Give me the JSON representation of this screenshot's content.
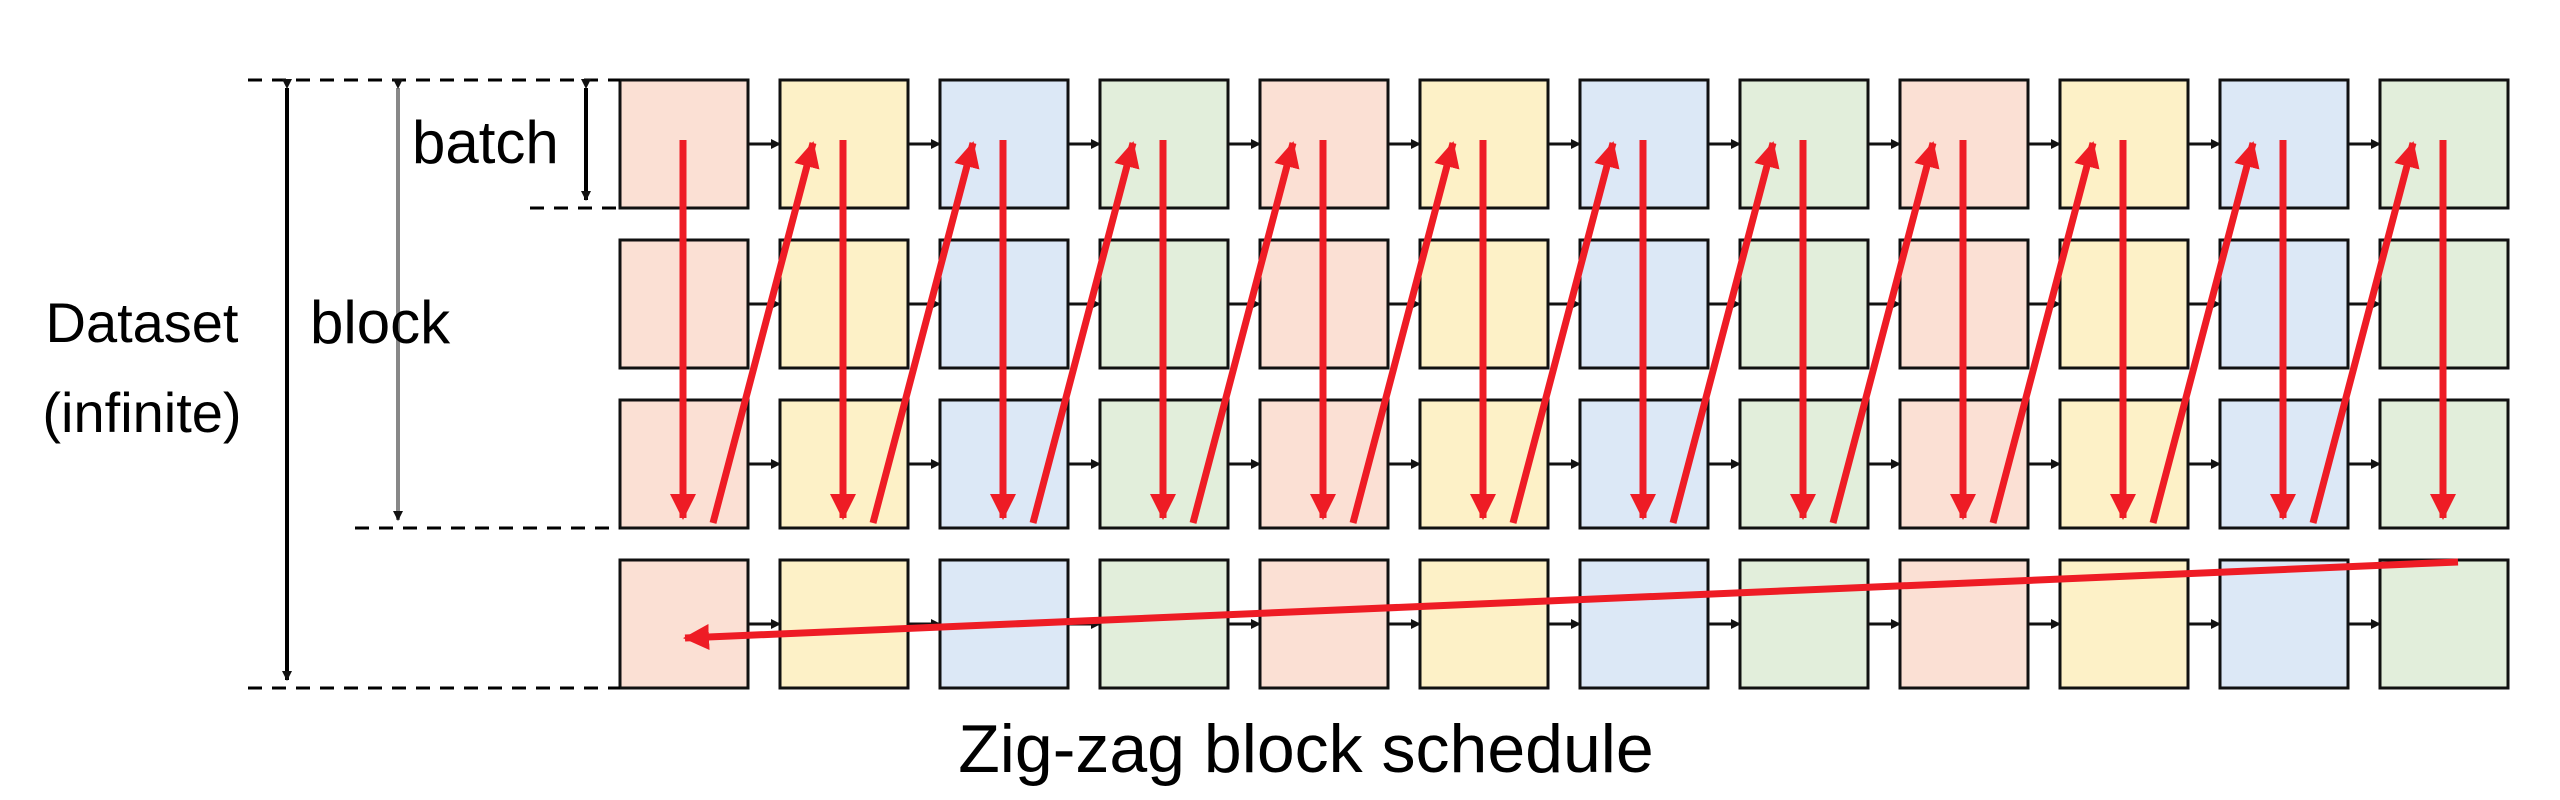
{
  "labels": {
    "batch": "batch",
    "block": "block",
    "dataset_line1": "Dataset",
    "dataset_line2": "(infinite)",
    "caption": "Zig-zag block schedule"
  },
  "grid": {
    "rows": 4,
    "cols": 12,
    "color_cycle": [
      "#fbe0d4",
      "#fdf1c7",
      "#dce8f6",
      "#e2eedb"
    ],
    "block_rows": 3
  },
  "colors": {
    "arrow": "#ee1c25",
    "box_border": "#111111",
    "block_marker": "#888888",
    "dataset_marker": "#000000"
  }
}
